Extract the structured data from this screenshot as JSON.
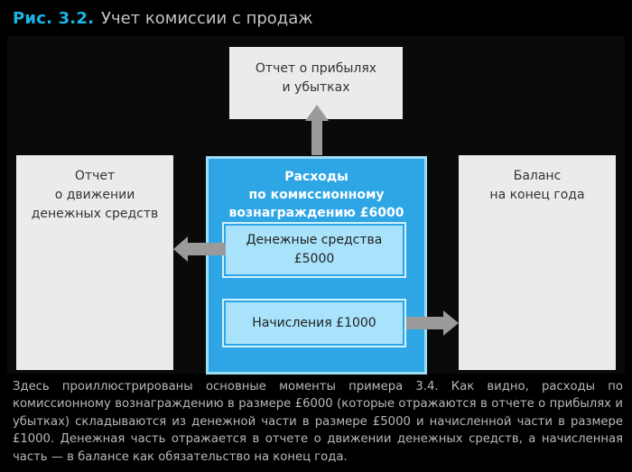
{
  "header": {
    "figure_label": "Рис. 3.2.",
    "title": "Учет комиссии с продаж"
  },
  "diagram": {
    "profit_loss_box": "Отчет о прибылях\nи убытках",
    "cash_flow_box": "Отчет\nо движении\nденежных средств",
    "balance_box": "Баланс\nна конец года",
    "expense_box": {
      "title": "Расходы\nпо комиссионному\nвознаграждению £6000",
      "cash_part": "Денежные средства\n£5000",
      "accrual_part": "Начисления £1000"
    }
  },
  "caption": "Здесь проиллюстрированы основные моменты примера 3.4. Как видно, расходы по комиссионному вознаграждению в размере £6000 (которые отражаются в отчете о прибылях и убытках) складываются из денежной части в размере £5000 и начисленной части в размере £1000. Денежная часть отражается в отчете о движении денежных средств, а начисленная часть — в балансе как обязательство на конец года.",
  "colors": {
    "accent": "#1bb6e8",
    "expense_box": "#2ea6e6",
    "sub_box": "#a8e2fb",
    "report_box": "#ebebeb",
    "arrow": "#9a9a9a"
  }
}
